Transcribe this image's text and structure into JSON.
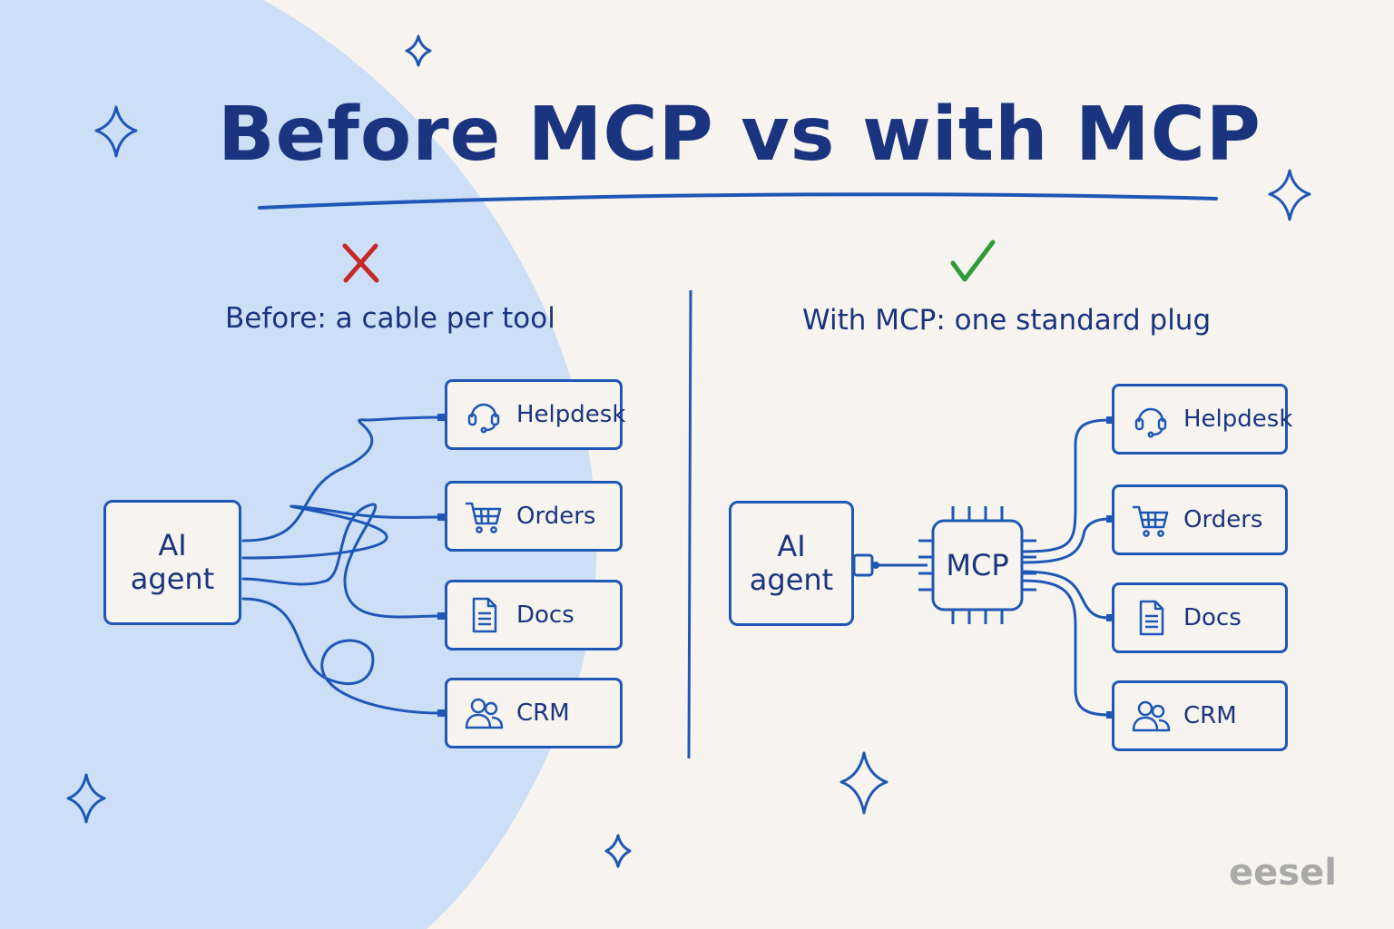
{
  "title": "Before MCP vs with MCP",
  "left": {
    "status_icon": "cross-icon",
    "subtitle": "Before: a cable per tool",
    "agent_label": "AI\nagent",
    "tools": [
      {
        "label": "Helpdesk",
        "icon": "headset-icon"
      },
      {
        "label": "Orders",
        "icon": "cart-icon"
      },
      {
        "label": "Docs",
        "icon": "document-icon"
      },
      {
        "label": "CRM",
        "icon": "users-icon"
      }
    ]
  },
  "right": {
    "status_icon": "check-icon",
    "subtitle": "With MCP: one standard plug",
    "agent_label": "AI\nagent",
    "hub_label": "MCP",
    "tools": [
      {
        "label": "Helpdesk",
        "icon": "headset-icon"
      },
      {
        "label": "Orders",
        "icon": "cart-icon"
      },
      {
        "label": "Docs",
        "icon": "document-icon"
      },
      {
        "label": "CRM",
        "icon": "users-icon"
      }
    ]
  },
  "brand": "eesel",
  "colors": {
    "background": "#f7f4ef",
    "left_panel": "#cddff7",
    "line": "#1e57b5",
    "text": "#1a347f",
    "cross": "#c62828",
    "check": "#2e9b3b",
    "brand": "#a9a9a9"
  }
}
